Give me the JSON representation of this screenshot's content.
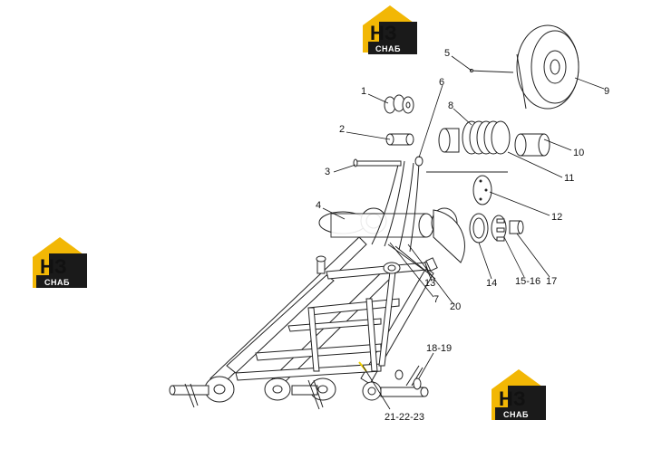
{
  "logo": {
    "letters": "НЗ",
    "sub": "СНАБ",
    "colors": {
      "yellow": "#f2b705",
      "dark": "#1a1a1a",
      "white": "#ffffff"
    }
  },
  "callouts": [
    {
      "id": "c1",
      "label": "1"
    },
    {
      "id": "c2",
      "label": "2"
    },
    {
      "id": "c3",
      "label": "3"
    },
    {
      "id": "c4",
      "label": "4"
    },
    {
      "id": "c5",
      "label": "5"
    },
    {
      "id": "c6",
      "label": "6"
    },
    {
      "id": "c7",
      "label": "7"
    },
    {
      "id": "c8",
      "label": "8"
    },
    {
      "id": "c9",
      "label": "9"
    },
    {
      "id": "c10",
      "label": "10"
    },
    {
      "id": "c11",
      "label": "11"
    },
    {
      "id": "c12",
      "label": "12"
    },
    {
      "id": "c13",
      "label": "13"
    },
    {
      "id": "c14",
      "label": "14"
    },
    {
      "id": "c15",
      "label": "15-16"
    },
    {
      "id": "c17",
      "label": "17"
    },
    {
      "id": "c18",
      "label": "18-19"
    },
    {
      "id": "c20",
      "label": "20"
    },
    {
      "id": "c21",
      "label": "21-22-23"
    }
  ],
  "accent": "#f2d000"
}
